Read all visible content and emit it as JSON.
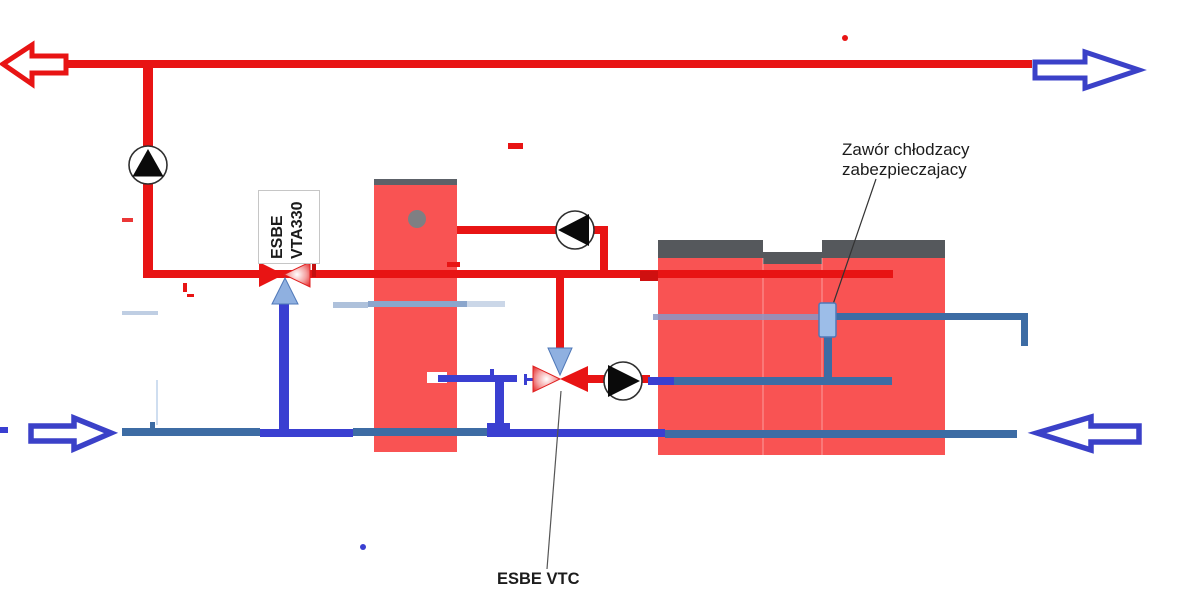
{
  "labels": {
    "vta330_line1": "ESBE",
    "vta330_line2": "VTA330",
    "cooling_valve_line1": "Zawór chłodzacy",
    "cooling_valve_line2": "zabezpieczajacy",
    "vtc_label": "ESBE VTC"
  },
  "colors": {
    "pipe_red": "#e81414",
    "dark_red": "#cf1010",
    "tank_red": "#f95353",
    "steel_blue": "#3d6ca4",
    "bright_blue": "#3a3fd1",
    "light_blue": "#8fb0e0",
    "light_blue_border": "#4f78b8",
    "faint_blue": "#8ba6cc",
    "gray_dark": "#55585c",
    "boiler_strip": "#5c6168",
    "label_color": "#1c1c1c"
  },
  "icons": {
    "pump_icon": "white-circle-with-black-triangle",
    "flow_arrow_icon": "hollow-outline-arrow",
    "mixing_valve_icon": "bowtie-triangle-valve",
    "cooling_valve_icon": "light-blue-rectangle"
  }
}
